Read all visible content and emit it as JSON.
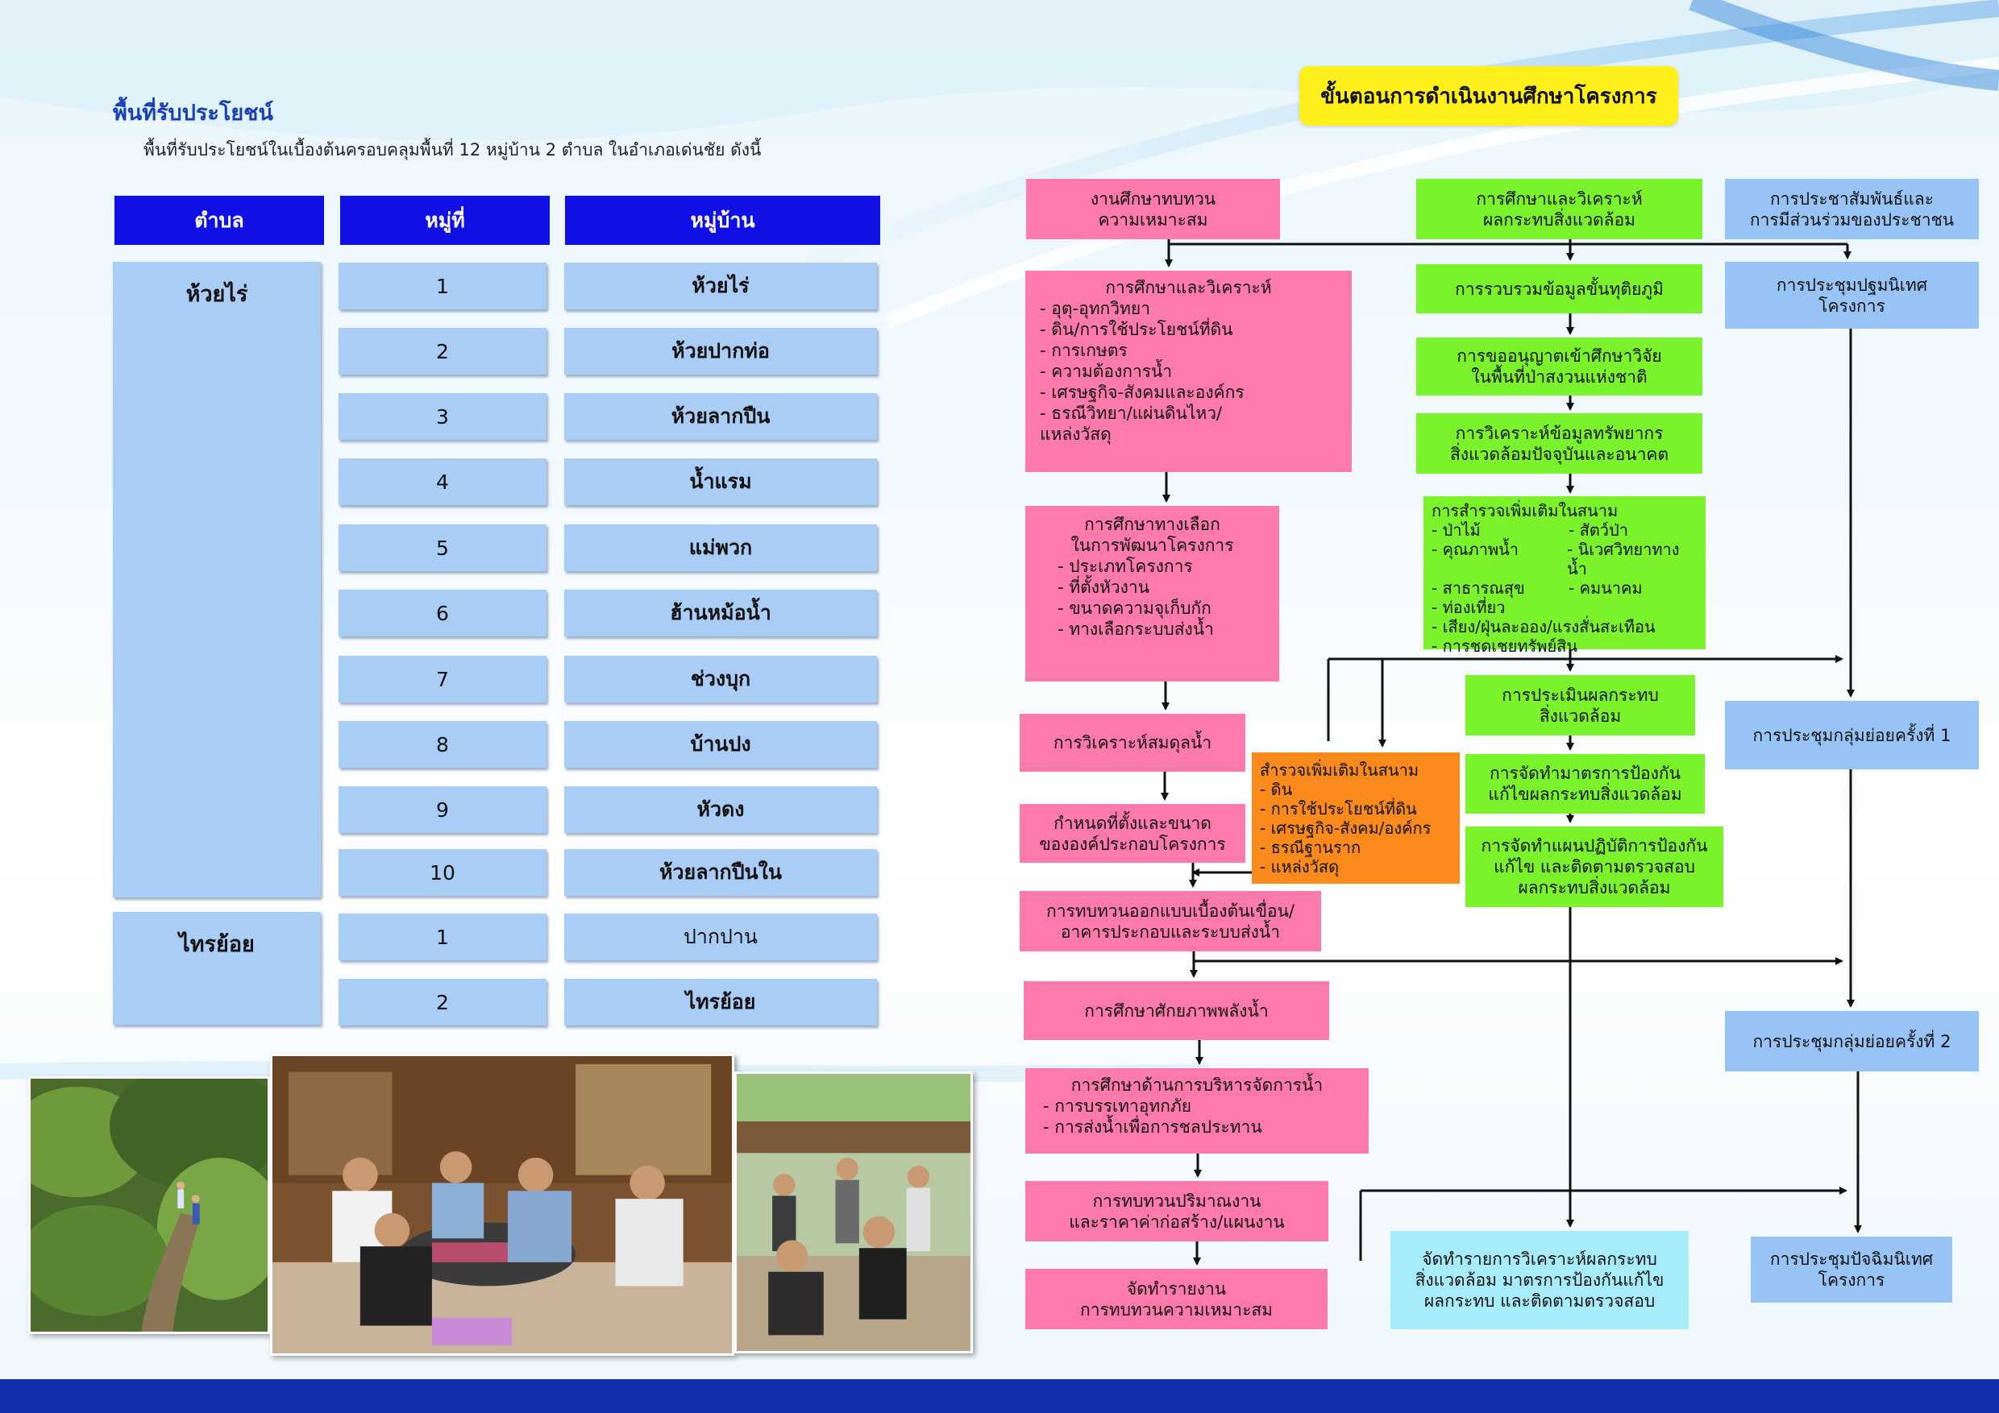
{
  "page": {
    "benefit_title": "พื้นที่รับประโยชน์",
    "benefit_intro": "พื้นที่รับประโยชน์ในเบื้องต้นครอบคลุมพื้นที่ 12 หมู่บ้าน 2 ตำบล ในอำเภอเด่นชัย ดังนี้"
  },
  "table": {
    "headers": [
      "ตำบล",
      "หมู่ที่",
      "หมู่บ้าน"
    ],
    "groups": [
      {
        "tambon": "ห้วยไร่",
        "rows": [
          {
            "moo": "1",
            "village": "ห้วยไร่"
          },
          {
            "moo": "2",
            "village": "ห้วยปากท่อ"
          },
          {
            "moo": "3",
            "village": "ห้วยลากปืน"
          },
          {
            "moo": "4",
            "village": "น้ำแรม"
          },
          {
            "moo": "5",
            "village": "แม่พวก"
          },
          {
            "moo": "6",
            "village": "ฮ้านหม้อน้ำ"
          },
          {
            "moo": "7",
            "village": "ช่วงบุก"
          },
          {
            "moo": "8",
            "village": "บ้านปง"
          },
          {
            "moo": "9",
            "village": "หัวดง"
          },
          {
            "moo": "10",
            "village": "ห้วยลากปืนใน"
          }
        ]
      },
      {
        "tambon": "ไทรย้อย",
        "rows": [
          {
            "moo": "1",
            "village": "ปากปาน"
          },
          {
            "moo": "2",
            "village": "ไทรย้อย"
          }
        ]
      }
    ]
  },
  "flow": {
    "title": "ขั้นตอนการดำเนินงานศึกษาโครงการ",
    "pink": {
      "p1": [
        "งานศึกษาทบทวน",
        "ความเหมาะสม"
      ],
      "p2_head": "การศึกษาและวิเคราะห์",
      "p2_items": [
        "- อุตุ-อุทกวิทยา",
        "- ดิน/การใช้ประโยชน์ที่ดิน",
        "- การเกษตร",
        "- ความต้องการน้ำ",
        "- เศรษฐกิจ-สังคมและองค์กร",
        "- ธรณีวิทยา/แผ่นดินไหว/",
        "แหล่งวัสดุ"
      ],
      "p3_head": [
        "การศึกษาทางเลือก",
        "ในการพัฒนาโครงการ"
      ],
      "p3_items": [
        "- ประเภทโครงการ",
        "- ที่ตั้งหัวงาน",
        "- ขนาดความจุเก็บกัก",
        "- ทางเลือกระบบส่งน้ำ"
      ],
      "p4": "การวิเคราะห์สมดุลน้ำ",
      "p5": [
        "กำหนดที่ตั้งและขนาด",
        "ขององค์ประกอบโครงการ"
      ],
      "p6": [
        "การทบทวนออกแบบเบื้องต้นเขื่อน/",
        "อาคารประกอบและระบบส่งน้ำ"
      ],
      "p7": "การศึกษาศักยภาพพลังน้ำ",
      "p8_head": "การศึกษาด้านการบริหารจัดการน้ำ",
      "p8_items": [
        "- การบรรเทาอุทกภัย",
        "- การส่งน้ำเพื่อการชลประทาน"
      ],
      "p9": [
        "การทบทวนปริมาณงาน",
        "และราคาค่าก่อสร้าง/แผนงาน"
      ],
      "p10": [
        "จัดทำรายงาน",
        "การทบทวนความเหมาะสม"
      ]
    },
    "green": {
      "g1": [
        "การศึกษาและวิเคราะห์",
        "ผลกระทบสิ่งแวดล้อม"
      ],
      "g2": "การรวบรวมข้อมูลขั้นทุติยภูมิ",
      "g3": [
        "การขออนุญาตเข้าศึกษาวิจัย",
        "ในพื้นที่ป่าสงวนแห่งชาติ"
      ],
      "g4": [
        "การวิเคราะห์ข้อมูลทรัพยากร",
        "สิ่งแวดล้อมปัจจุบันและอนาคต"
      ],
      "g5_head": "การสำรวจเพิ่มเติมในสนาม",
      "g5_pairs": [
        [
          "- ป่าไม้",
          "- สัตว์ป่า"
        ],
        [
          "- คุณภาพน้ำ",
          "- นิเวศวิทยาทางน้ำ"
        ],
        [
          "- สาธารณสุข",
          "- คมนาคม"
        ]
      ],
      "g5_items": [
        "- ท่องเที่ยว",
        "- เสียง/ฝุ่นละออง/แรงสั่นสะเทือน",
        "- การชดเชยทรัพย์สิน"
      ],
      "g6": [
        "การประเมินผลกระทบ",
        "สิ่งแวดล้อม"
      ],
      "g7": [
        "การจัดทำมาตรการป้องกัน",
        "แก้ไขผลกระทบสิ่งแวดล้อม"
      ],
      "g8": [
        "การจัดทำแผนปฏิบัติการป้องกัน",
        "แก้ไข และติดตามตรวจสอบ",
        "ผลกระทบสิ่งแวดล้อม"
      ]
    },
    "orange": {
      "head": "สำรวจเพิ่มเติมในสนาม",
      "items": [
        "- ดิน",
        "- การใช้ประโยชน์ที่ดิน",
        "- เศรษฐกิจ-สังคม/องค์กร",
        "- ธรณีฐานราก",
        "- แหล่งวัสดุ"
      ]
    },
    "blue": {
      "b1": [
        "การประชาสัมพันธ์และ",
        "การมีส่วนร่วมของประชาชน"
      ],
      "b2": [
        "การประชุมปฐมนิเทศ",
        "โครงการ"
      ],
      "b3": "การประชุมกลุ่มย่อยครั้งที่ 1",
      "b4": "การประชุมกลุ่มย่อยครั้งที่ 2",
      "b5": [
        "การประชุมปัจฉิมนิเทศ",
        "โครงการ"
      ]
    },
    "cyan": {
      "c1": [
        "จัดทำรายการวิเคราะห์ผลกระทบ",
        "สิ่งแวดล้อม มาตรการป้องกันแก้ไข",
        "ผลกระทบ และติดตามตรวจสอบ"
      ]
    }
  },
  "photos": [
    "forest-path-photo",
    "meeting-photo",
    "outdoor-group-photo"
  ]
}
